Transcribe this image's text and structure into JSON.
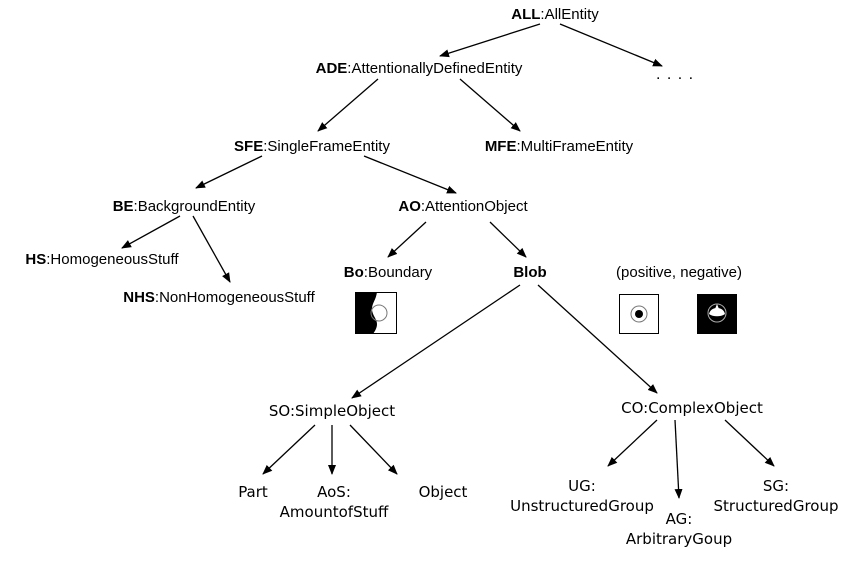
{
  "nodes": {
    "all": {
      "abbr": "ALL",
      "name": ":AllEntity"
    },
    "more": {
      "text": ". . . ."
    },
    "ade": {
      "abbr": "ADE",
      "name": ":AttentionallyDefinedEntity"
    },
    "sfe": {
      "abbr": "SFE",
      "name": ":SingleFrameEntity"
    },
    "mfe": {
      "abbr": "MFE",
      "name": ":MultiFrameEntity"
    },
    "be": {
      "abbr": "BE",
      "name": ":BackgroundEntity"
    },
    "ao": {
      "abbr": "AO",
      "name": ":AttentionObject"
    },
    "hs": {
      "abbr": "HS",
      "name": ":HomogeneousStuff"
    },
    "nhs": {
      "abbr": "NHS",
      "name": ":NonHomogeneousStuff"
    },
    "bo": {
      "abbr": "Bo",
      "name": ":Boundary"
    },
    "blob": {
      "abbr": "Blob",
      "name": ""
    },
    "polarity": {
      "text": "(positive, negative)"
    },
    "so": {
      "text": "SO:SimpleObject"
    },
    "co": {
      "text": "CO:ComplexObject"
    },
    "part": {
      "text": "Part"
    },
    "aos": {
      "line1": "AoS:",
      "line2": "AmountofStuff"
    },
    "object": {
      "text": "Object"
    },
    "ug": {
      "line1": "UG:",
      "line2": "UnstructuredGroup"
    },
    "ag": {
      "line1": "AG:",
      "line2": "ArbitraryGoup"
    },
    "sg": {
      "line1": "SG:",
      "line2": "StructuredGroup"
    }
  },
  "icons": [
    "boundary-icon",
    "positive-blob-icon",
    "negative-blob-icon"
  ]
}
